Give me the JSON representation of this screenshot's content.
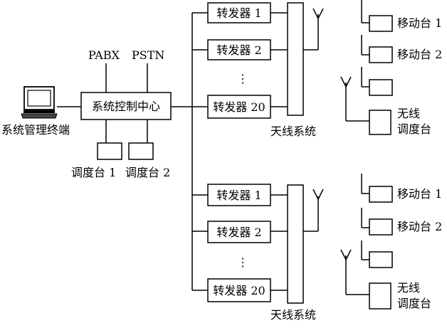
{
  "labels": {
    "pabx": "PABX",
    "pstn": "PSTN",
    "control_center": "系统控制中心",
    "terminal": "系统管理终端",
    "dispatch1": "调度台 1",
    "dispatch2": "调度台 2",
    "repeater1": "转发器 1",
    "repeater2": "转发器 2",
    "repeater20": "转发器 20",
    "antenna_system": "天线系统",
    "mobile1": "移动台 1",
    "mobile2": "移动台 2",
    "wireless_dispatch_line1": "无线",
    "wireless_dispatch_line2": "调度台",
    "dots": "⋮"
  },
  "icons": {
    "terminal": "computer-terminal-icon",
    "antenna": "antenna-icon"
  }
}
